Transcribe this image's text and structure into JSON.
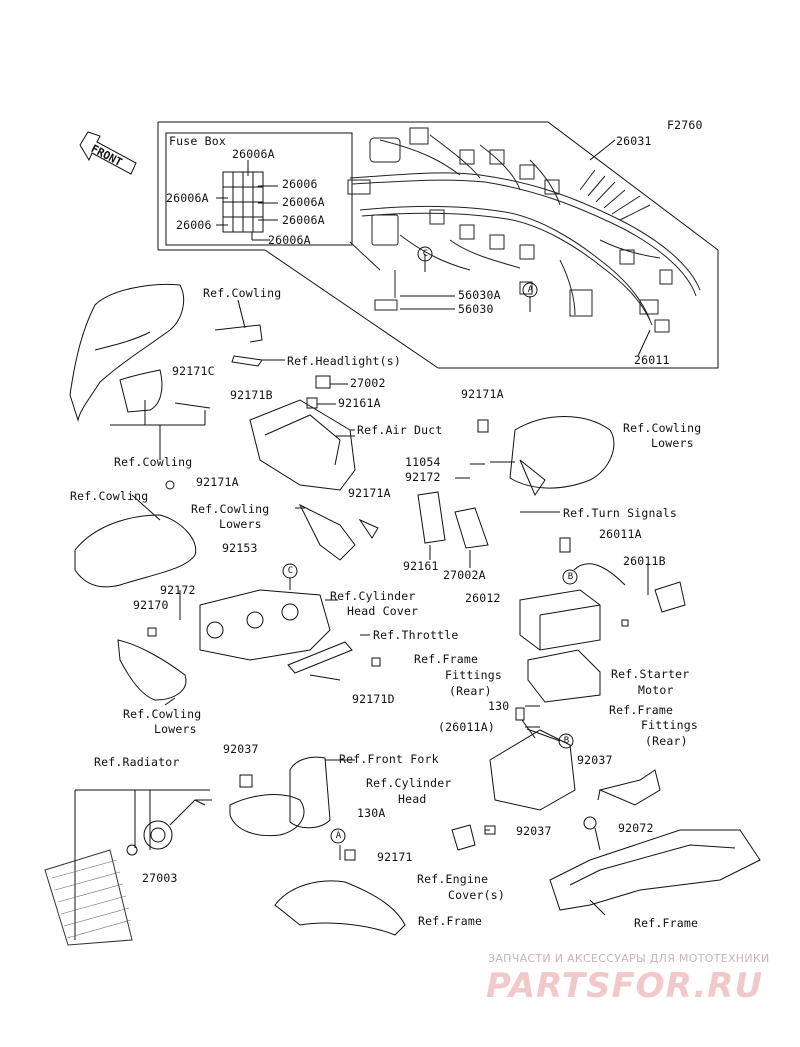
{
  "figure_code": "F2760",
  "front_label": "FRONT",
  "fuse_box": {
    "title": "Fuse Box",
    "parts": [
      "26006A",
      "26006A",
      "26006",
      "26006",
      "26006A",
      "26006A",
      "26006A"
    ]
  },
  "part_numbers": {
    "harness": "26031",
    "p56030A": "56030A",
    "p56030": "56030",
    "p26011": "26011",
    "p92171C": "92171C",
    "p92171B": "92171B",
    "p27002": "27002",
    "p92161A": "92161A",
    "p92171A_top": "92171A",
    "p11054": "11054",
    "p92172_mid": "92172",
    "p92171A_left": "92171A",
    "p92171A_mid": "92171A",
    "p92153": "92153",
    "p92161": "92161",
    "p27002A": "27002A",
    "p26011A": "26011A",
    "p26011B": "26011B",
    "p26012": "26012",
    "p92172_left": "92172",
    "p92170": "92170",
    "p92171D": "92171D",
    "p130": "130",
    "p26011A_paren": "(26011A)",
    "p92037_left": "92037",
    "p92037_right": "92037",
    "p92037_bottom": "92037",
    "p130A": "130A",
    "p92171": "92171",
    "p27003": "27003",
    "p92072": "92072"
  },
  "refs": {
    "cowling_top": "Ref.Cowling",
    "headlights": "Ref.Headlight(s)",
    "air_duct": "Ref.Air Duct",
    "cowling_lowers_right_1": "Ref.Cowling",
    "cowling_lowers_right_2": "Lowers",
    "cowling_left_mid": "Ref.Cowling",
    "cowling_left": "Ref.Cowling",
    "cowling_lowers_center_1": "Ref.Cowling",
    "cowling_lowers_center_2": "Lowers",
    "turn_signals": "Ref.Turn Signals",
    "cylinder_head_cover_1": "Ref.Cylinder",
    "cylinder_head_cover_2": "Head Cover",
    "throttle": "Ref.Throttle",
    "frame_fittings_1": "Ref.Frame",
    "frame_fittings_2": "Fittings",
    "frame_fittings_3": "(Rear)",
    "starter_motor_1": "Ref.Starter",
    "starter_motor_2": "Motor",
    "frame_fittings_b_1": "Ref.Frame",
    "frame_fittings_b_2": "Fittings",
    "frame_fittings_b_3": "(Rear)",
    "cowling_lowers_left_1": "Ref.Cowling",
    "cowling_lowers_left_2": "Lowers",
    "radiator": "Ref.Radiator",
    "front_fork": "Ref.Front Fork",
    "cylinder_head_1": "Ref.Cylinder",
    "cylinder_head_2": "Head",
    "engine_covers_1": "Ref.Engine",
    "engine_covers_2": "Cover(s)",
    "frame_center": "Ref.Frame",
    "frame_right": "Ref.Frame"
  },
  "callouts": [
    "C",
    "A",
    "C",
    "B",
    "B",
    "A"
  ],
  "watermark": {
    "tagline": "ЗАПЧАСТИ И АКСЕССУАРЫ ДЛЯ МОТОТЕХНИКИ",
    "logo": "PARTSFOR.RU"
  }
}
